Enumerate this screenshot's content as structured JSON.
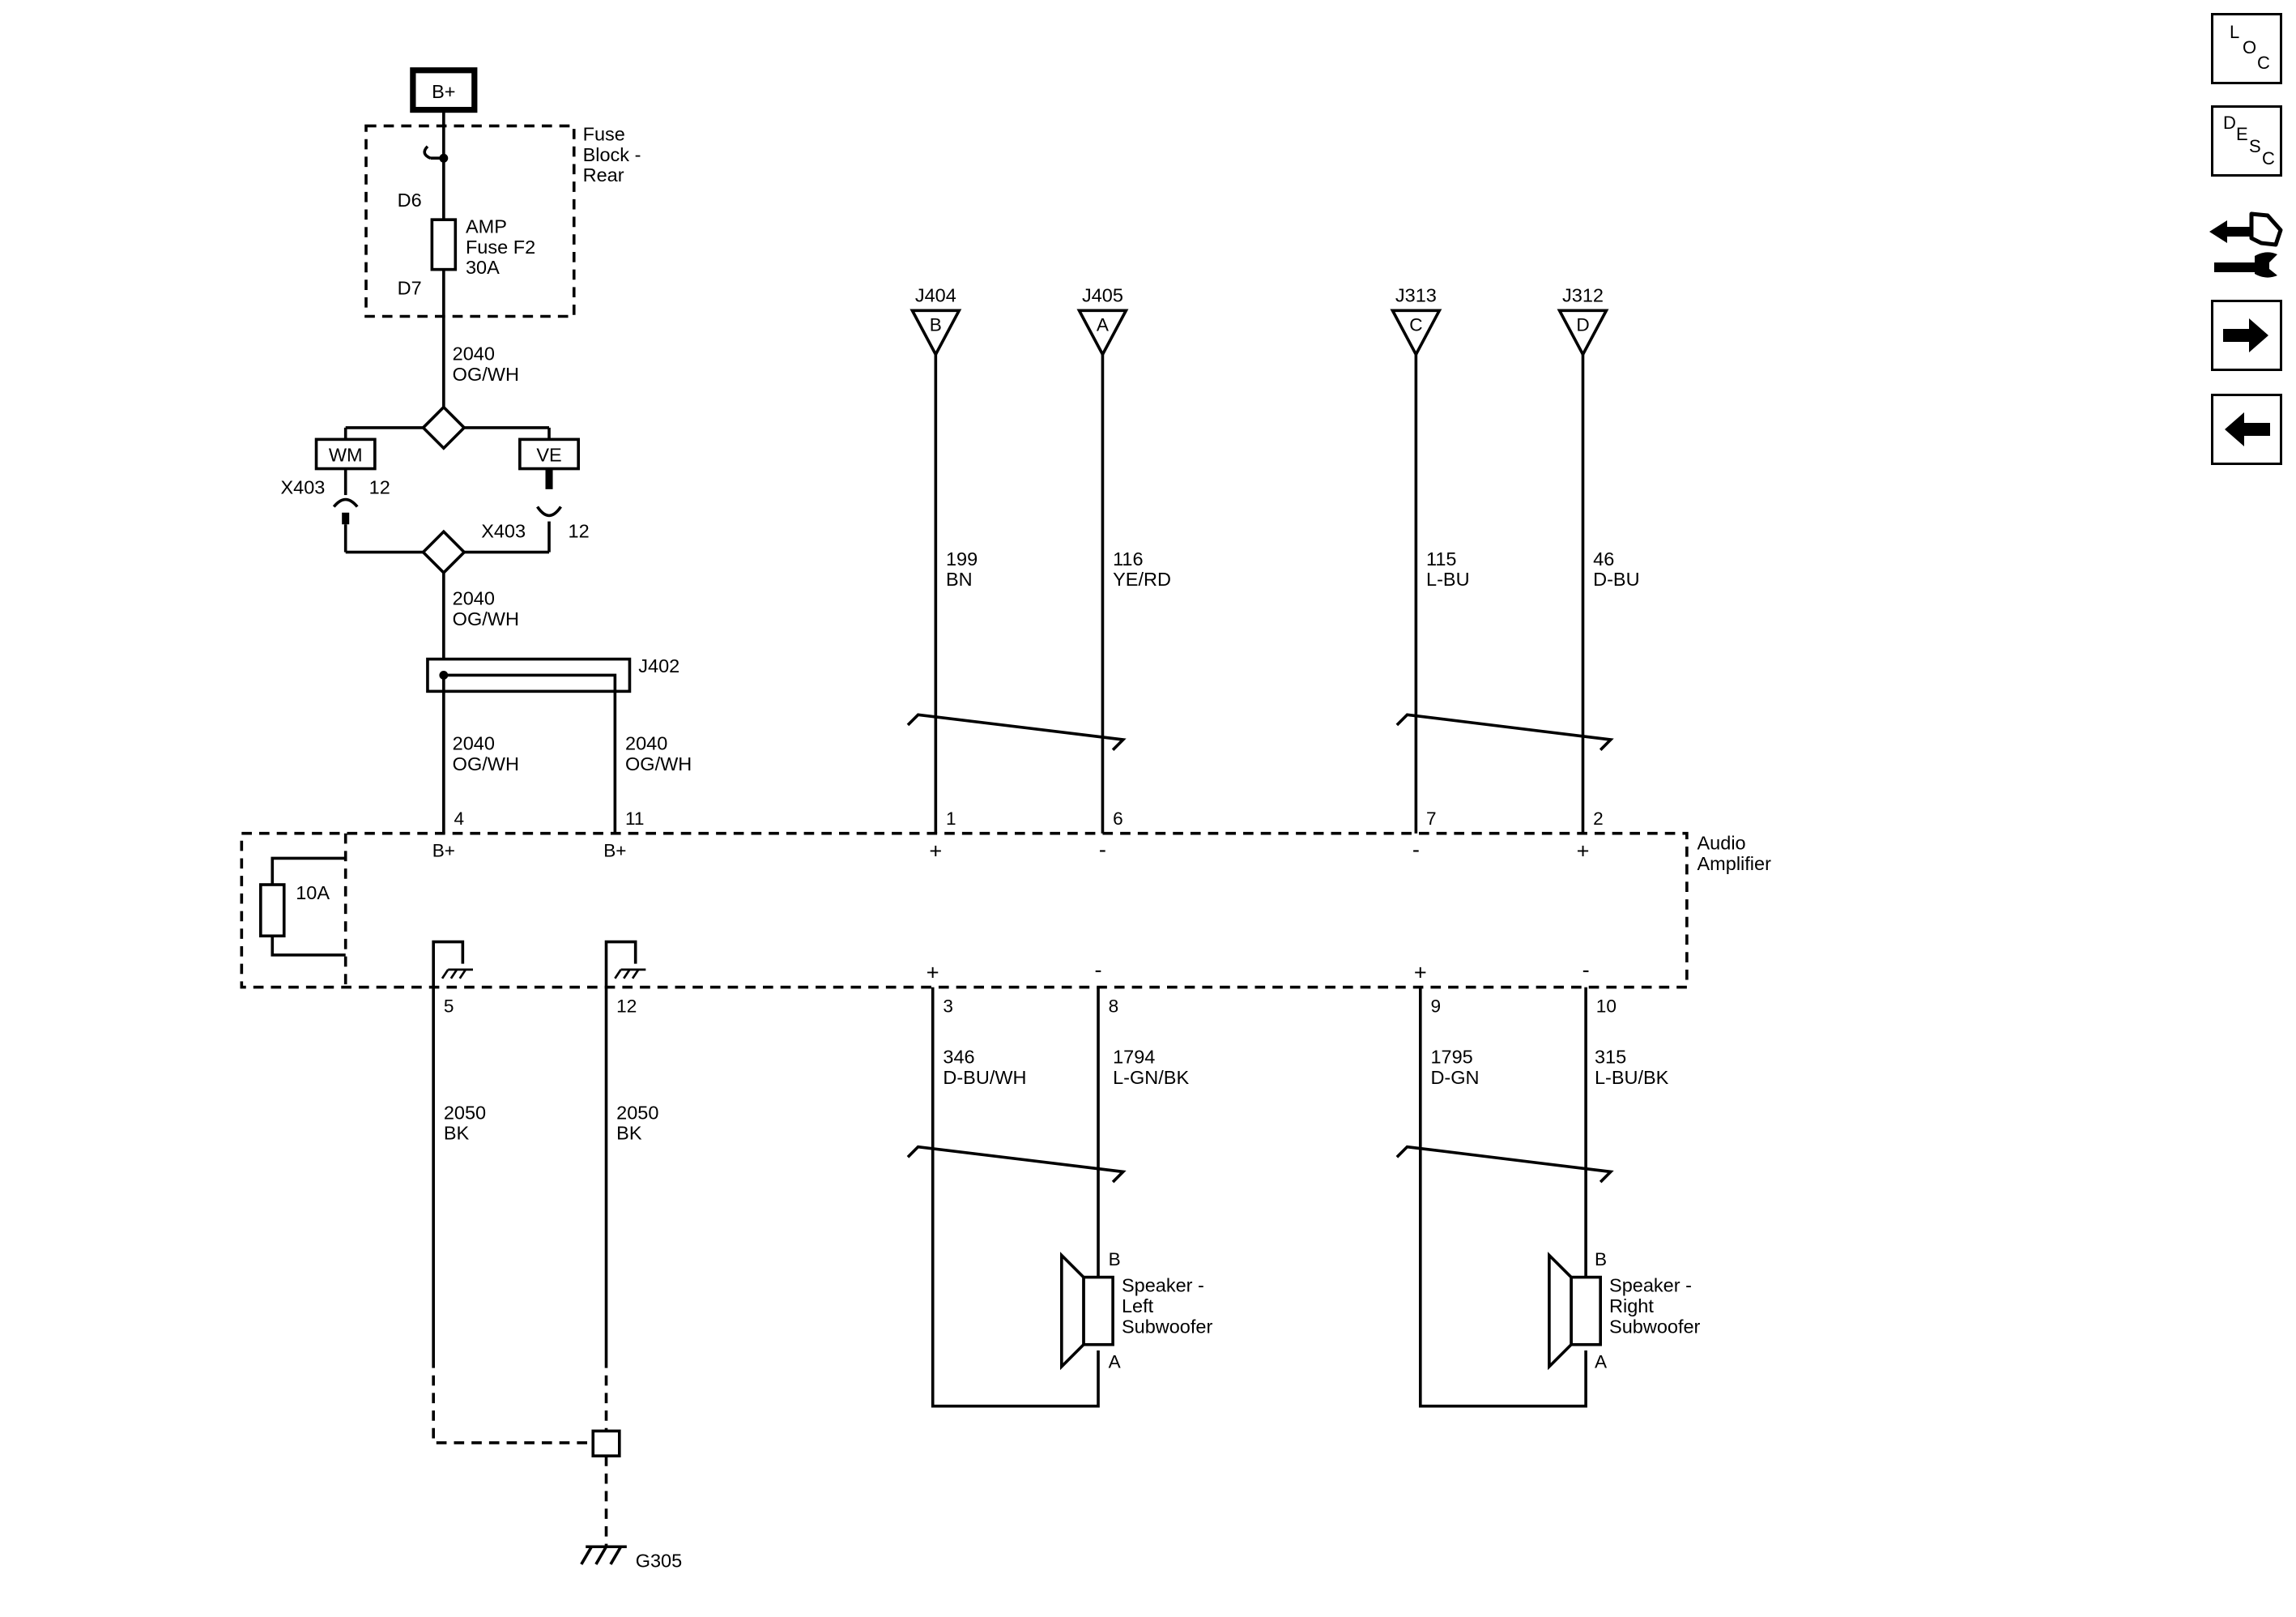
{
  "supply": {
    "label": "B+"
  },
  "fuse_block": {
    "name_lines": [
      "Fuse",
      "Block -",
      "Rear"
    ],
    "fuse_lines": [
      "AMP",
      "Fuse F2",
      "30A"
    ],
    "pin_in": "D6",
    "pin_out": "D7"
  },
  "splices": {
    "upper_wire": [
      "2040",
      "OG/WH"
    ],
    "lower_wire": [
      "2040",
      "OG/WH"
    ],
    "left_option": "WM",
    "right_option": "VE",
    "left_connector": "X403",
    "left_pin": "12",
    "right_connector": "X403",
    "right_pin": "12"
  },
  "jumper": {
    "name": "J402"
  },
  "power_feeds": [
    {
      "wire": [
        "2040",
        "OG/WH"
      ],
      "pin": "4",
      "pin_label": "B+"
    },
    {
      "wire": [
        "2040",
        "OG/WH"
      ],
      "pin": "11",
      "pin_label": "B+"
    }
  ],
  "inputs": [
    {
      "connector": "J404",
      "letter": "B",
      "wire": [
        "199",
        "BN"
      ],
      "pin": "1",
      "polarity": "+"
    },
    {
      "connector": "J405",
      "letter": "A",
      "wire": [
        "116",
        "YE/RD"
      ],
      "pin": "6",
      "polarity": "-"
    },
    {
      "connector": "J313",
      "letter": "C",
      "wire": [
        "115",
        "L-BU"
      ],
      "pin": "7",
      "polarity": "-"
    },
    {
      "connector": "J312",
      "letter": "D",
      "wire": [
        "46",
        "D-BU"
      ],
      "pin": "2",
      "polarity": "+"
    }
  ],
  "amplifier": {
    "name_lines": [
      "Audio",
      "Amplifier"
    ],
    "internal_fuse": "10A"
  },
  "grounds": [
    {
      "pin": "5",
      "wire": [
        "2050",
        "BK"
      ]
    },
    {
      "pin": "12",
      "wire": [
        "2050",
        "BK"
      ]
    }
  ],
  "ground_point": "G305",
  "outputs": [
    {
      "pin": "3",
      "polarity": "+",
      "wire": [
        "346",
        "D-BU/WH"
      ]
    },
    {
      "pin": "8",
      "polarity": "-",
      "wire": [
        "1794",
        "L-GN/BK"
      ]
    },
    {
      "pin": "9",
      "polarity": "+",
      "wire": [
        "1795",
        "D-GN"
      ]
    },
    {
      "pin": "10",
      "polarity": "-",
      "wire": [
        "315",
        "L-BU/BK"
      ]
    }
  ],
  "speakers": [
    {
      "name_lines": [
        "Speaker -",
        "Left",
        "Subwoofer"
      ],
      "pin_top": "B",
      "pin_bottom": "A"
    },
    {
      "name_lines": [
        "Speaker -",
        "Right",
        "Subwoofer"
      ],
      "pin_top": "B",
      "pin_bottom": "A"
    }
  ],
  "nav": {
    "loc": [
      "L",
      "O",
      "C"
    ],
    "desc": [
      "D",
      "E",
      "S",
      "C"
    ],
    "connector_icon": "connector-wrench-icon",
    "next_icon": "arrow-right-icon",
    "prev_icon": "arrow-left-icon"
  }
}
